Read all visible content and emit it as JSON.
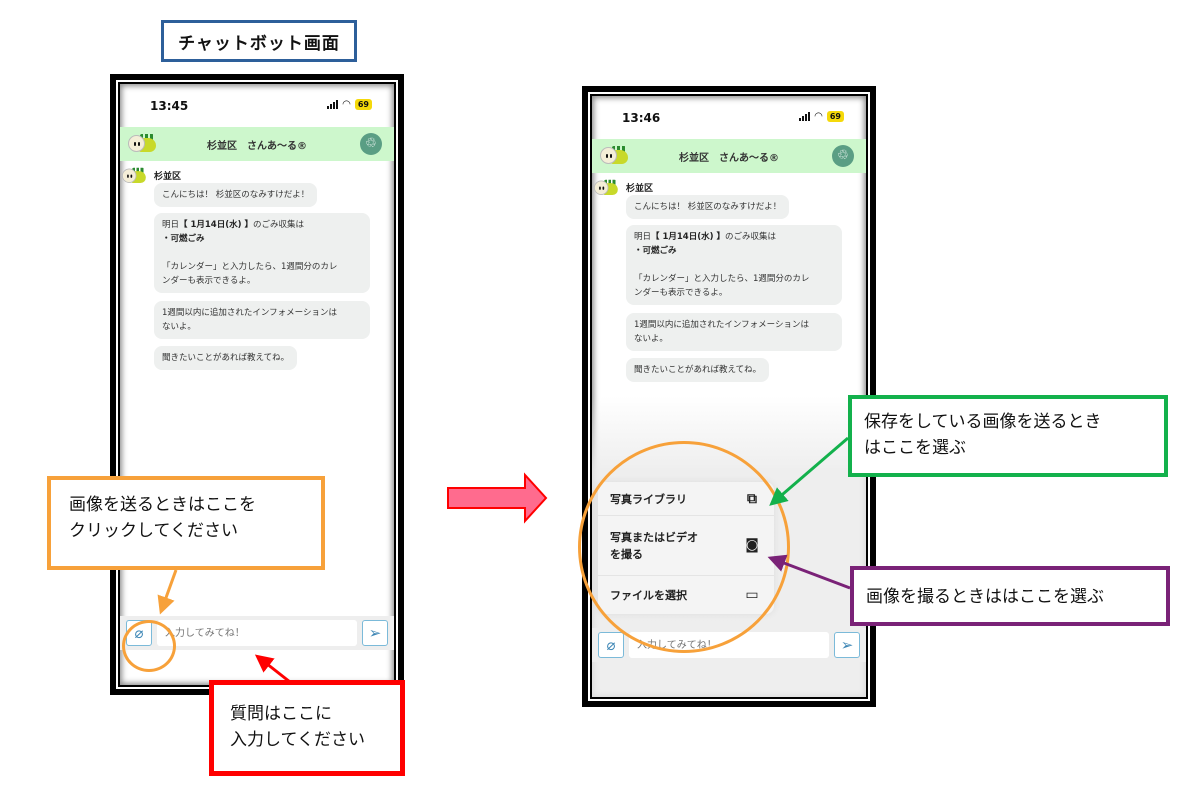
{
  "title": "チャットボット画面",
  "colors": {
    "header_bg": "#cdf7cc",
    "bubble_bg": "#eef0ef",
    "orange": "#f7a13a",
    "red": "#ff0000",
    "green": "#13b14c",
    "purple": "#7a2277",
    "arrow_pink": "#ff6b8e"
  },
  "phone_left": {
    "status": {
      "time": "13:45",
      "battery": "69",
      "wifi_icon": "wifi-icon",
      "signal_icon": "signal-icon"
    },
    "header": {
      "title": "杉並区　さんあ〜る®",
      "recycle_icon": "♲"
    },
    "chat": {
      "sender": "杉並区",
      "messages": [
        {
          "text": "こんにちは！ 杉並区のなみすけだよ！"
        },
        {
          "line1_pre": "明日",
          "line1_bold": "【 1月14日(水) 】",
          "line1_post": "のごみ収集は",
          "line2_bold": "・可燃ごみ",
          "line3": "「カレンダー」と入力したら、1週間分のカレ",
          "line4": "ンダーも表示できるよ。"
        },
        {
          "line1": "1週間以内に追加されたインフォメーションは",
          "line2": "ないよ。"
        },
        {
          "text": "聞きたいことがあれば教えてね。"
        }
      ]
    },
    "composer": {
      "placeholder": "入力してみてね！",
      "attach_icon": "📎",
      "send_icon": "➢"
    }
  },
  "phone_right": {
    "status": {
      "time": "13:46",
      "battery": "69"
    },
    "header": {
      "title": "杉並区　さんあ〜る®",
      "recycle_icon": "♲"
    },
    "chat": {
      "sender": "杉並区",
      "messages": [
        {
          "text": "こんにちは！ 杉並区のなみすけだよ！"
        },
        {
          "line1_pre": "明日",
          "line1_bold": "【 1月14日(水) 】",
          "line1_post": "のごみ収集は",
          "line2_bold": "・可燃ごみ",
          "line3": "「カレンダー」と入力したら、1週間分のカレ",
          "line4": "ンダーも表示できるよ。"
        },
        {
          "line1": "1週間以内に追加されたインフォメーションは",
          "line2": "ないよ。"
        },
        {
          "text": "聞きたいことがあれば教えてね。"
        }
      ]
    },
    "action_sheet": {
      "items": [
        {
          "label": "写真ライブラリ",
          "icon": "🖼"
        },
        {
          "label_line1": "写真またはビデオ",
          "label_line2": "を撮る",
          "icon": "📷"
        },
        {
          "label": "ファイルを選択",
          "icon": "🗀"
        }
      ]
    },
    "composer": {
      "placeholder": "入力してみてね！",
      "attach_icon": "📎",
      "send_icon": "➢"
    }
  },
  "callouts": {
    "attach": {
      "line1": "画像を送るときはここを",
      "line2": "クリックしてください"
    },
    "input": {
      "line1": "質問はここに",
      "line2": "入力してください"
    },
    "library": {
      "line1": "保存をしている画像を送るとき",
      "line2": "はここを選ぶ"
    },
    "camera": {
      "text": "画像を撮るときははここを選ぶ"
    }
  }
}
